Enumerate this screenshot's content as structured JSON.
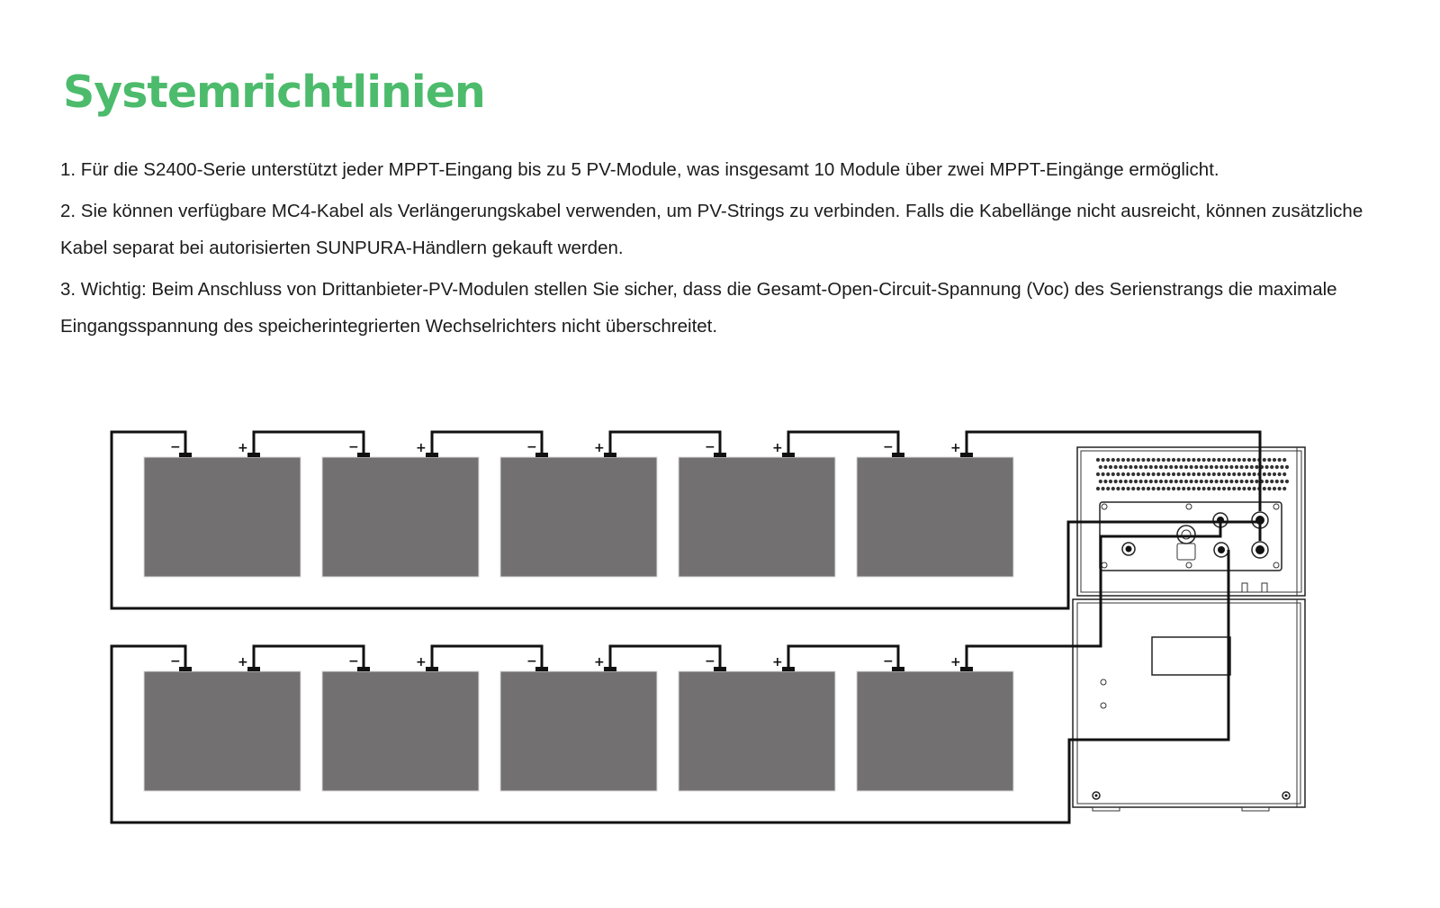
{
  "page": {
    "title": "Systemrichtlinien",
    "guidelines": [
      "1. Für die S2400-Serie unterstützt jeder MPPT-Eingang bis zu 5 PV-Module, was insgesamt 10 Module über zwei MPPT-Eingänge ermöglicht.",
      "2. Sie können verfügbare MC4-Kabel als Verlängerungskabel verwenden, um PV-Strings zu verbinden. Falls die Kabellänge nicht ausreicht, können zusätzliche Kabel separat bei autorisierten SUNPURA-Händlern gekauft werden.",
      "3. Wichtig: Beim Anschluss von Drittanbieter-PV-Modulen stellen Sie sicher, dass die Gesamt-Open-Circuit-Spannung (Voc) des Serienstrangs die maximale Eingangsspannung des speicherintegrierten Wechselrichters nicht überschreitet."
    ]
  },
  "diagram": {
    "strings": [
      {
        "modules": 5,
        "neg_label": "−",
        "pos_label": "+"
      },
      {
        "modules": 5,
        "neg_label": "−",
        "pos_label": "+"
      }
    ],
    "colors": {
      "title": "#4cbb6c",
      "panel": "#727070",
      "wire": "#111111"
    },
    "icons": [
      "solar-panel-icon",
      "inverter-unit-icon",
      "battery-unit-icon"
    ]
  }
}
